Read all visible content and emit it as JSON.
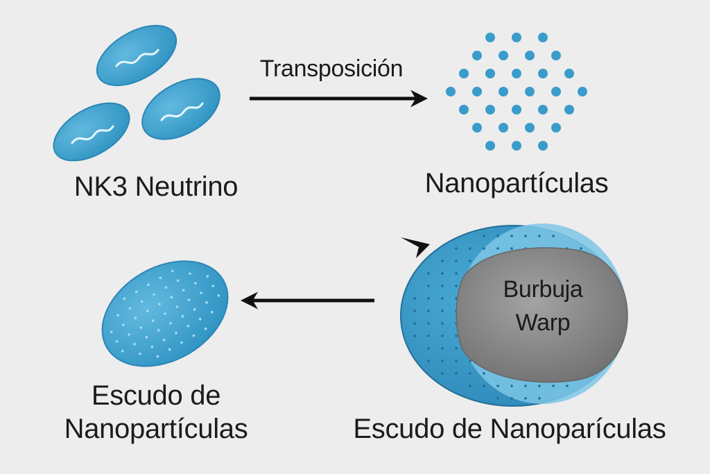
{
  "labels": {
    "transposition": "Transposición",
    "neutrino": "NK3 Neutrino",
    "nanoparticles": "Nanopartículas",
    "shield_left_line1": "Escudo de",
    "shield_left_line2": "Nanopartículas",
    "bubble_line1": "Burbuja",
    "bubble_line2": "Warp",
    "shield_right": "Escudo de Nanoparículas"
  },
  "colors": {
    "background": "#ededed",
    "blob": "#3da3cf",
    "blob_light": "#6fc0e2",
    "shell_inner": "#7cc6e6",
    "bubble": "#8a8a8a",
    "text": "#1b1b1b",
    "arrow": "#111111"
  }
}
